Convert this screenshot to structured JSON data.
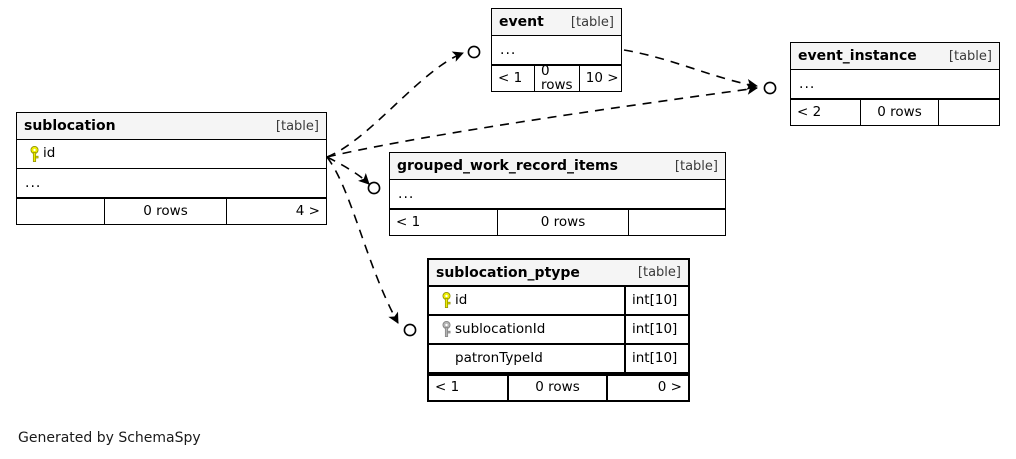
{
  "diagram": {
    "generator_caption": "Generated by SchemaSpy",
    "background": "#ffffff",
    "header_fill": "#f5f5f5",
    "line_color": "#000000",
    "primary_key_color": "#eeee00",
    "foreign_key_color": "#b3b3b3",
    "type_label": "[table]"
  },
  "tables": {
    "event": {
      "name": "event",
      "type_label": "[table]",
      "rows": [
        {
          "label": "...",
          "key": "none",
          "type": ""
        }
      ],
      "footer": [
        {
          "text": "< 1",
          "align": "left"
        },
        {
          "text": "0 rows",
          "align": "center"
        },
        {
          "text": "10 >",
          "align": "right"
        }
      ]
    },
    "event_instance": {
      "name": "event_instance",
      "type_label": "[table]",
      "rows": [
        {
          "label": "...",
          "key": "none",
          "type": ""
        }
      ],
      "footer": [
        {
          "text": "< 2",
          "align": "left"
        },
        {
          "text": "0 rows",
          "align": "center"
        },
        {
          "text": "",
          "align": "right"
        }
      ]
    },
    "sublocation": {
      "name": "sublocation",
      "type_label": "[table]",
      "rows": [
        {
          "label": "id",
          "key": "primary",
          "type": ""
        },
        {
          "label": "...",
          "key": "none",
          "type": ""
        }
      ],
      "footer": [
        {
          "text": "",
          "align": "left"
        },
        {
          "text": "0 rows",
          "align": "center"
        },
        {
          "text": "4 >",
          "align": "right"
        }
      ]
    },
    "grouped_work_record_items": {
      "name": "grouped_work_record_items",
      "type_label": "[table]",
      "rows": [
        {
          "label": "...",
          "key": "none",
          "type": ""
        }
      ],
      "footer": [
        {
          "text": "< 1",
          "align": "left"
        },
        {
          "text": "0 rows",
          "align": "center"
        },
        {
          "text": "",
          "align": "right"
        }
      ]
    },
    "sublocation_ptype": {
      "name": "sublocation_ptype",
      "type_label": "[table]",
      "focal": true,
      "rows": [
        {
          "label": "id",
          "key": "primary",
          "type": "int[10]"
        },
        {
          "label": "sublocationId",
          "key": "foreign",
          "type": "int[10]"
        },
        {
          "label": "patronTypeId",
          "key": "none",
          "type": "int[10]"
        }
      ],
      "footer": [
        {
          "text": "< 1",
          "align": "left"
        },
        {
          "text": "0 rows",
          "align": "center"
        },
        {
          "text": "0 >",
          "align": "right"
        }
      ]
    }
  },
  "relationships": [
    {
      "from": "sublocation",
      "to": "event",
      "style": "dashed",
      "optional": true
    },
    {
      "from": "sublocation",
      "to": "event_instance",
      "style": "dashed",
      "optional": true
    },
    {
      "from": "event",
      "to": "event_instance",
      "style": "dashed",
      "optional": true
    },
    {
      "from": "sublocation",
      "to": "grouped_work_record_items",
      "style": "dashed",
      "optional": true
    },
    {
      "from": "sublocation",
      "to": "sublocation_ptype",
      "style": "dashed",
      "optional": true
    }
  ]
}
